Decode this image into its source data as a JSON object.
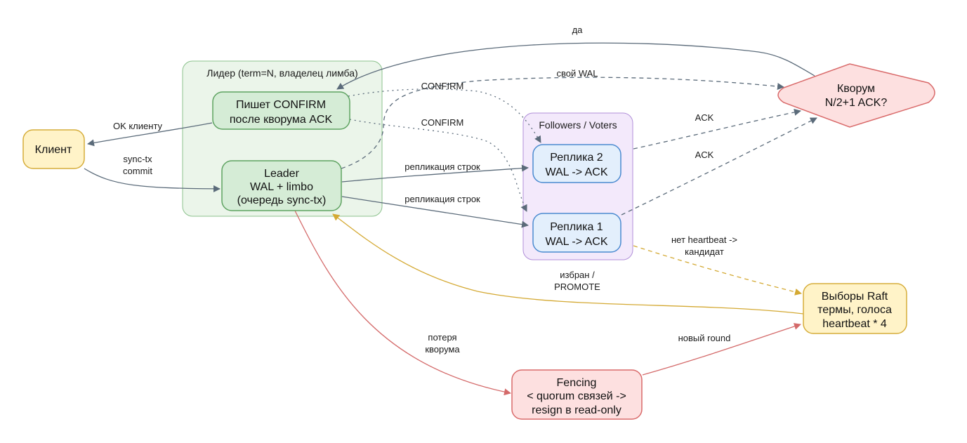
{
  "clusters": {
    "leader": {
      "title": "Лидер (term=N, владелец лимба)"
    },
    "followers": {
      "title": "Followers / Voters"
    }
  },
  "nodes": {
    "client": {
      "line1": "Клиент"
    },
    "confirm": {
      "line1": "Пишет CONFIRM",
      "line2": "после кворума ACK"
    },
    "leader": {
      "line1": "Leader",
      "line2": "WAL + limbo",
      "line3": "(очередь sync-tx)"
    },
    "replica2": {
      "line1": "Реплика 2",
      "line2": "WAL -> ACK"
    },
    "replica1": {
      "line1": "Реплика 1",
      "line2": "WAL -> ACK"
    },
    "quorum": {
      "line1": "Кворум",
      "line2": "N/2+1 ACK?"
    },
    "election": {
      "line1": "Выборы Raft",
      "line2": "термы, голоса",
      "line3": "heartbeat * 4"
    },
    "fencing": {
      "line1": "Fencing",
      "line2": "< quorum связей ->",
      "line3": "resign в read-only"
    }
  },
  "edges": {
    "yes": "да",
    "own_wal": "свой WAL",
    "confirm_top": "CONFIRM",
    "confirm_bottom": "CONFIRM",
    "ok_client": "OK клиенту",
    "sync_tx_1": "sync-tx",
    "sync_tx_2": "commit",
    "repl_top": "репликация строк",
    "repl_bottom": "репликация строк",
    "ack_top": "ACK",
    "ack_bottom": "ACK",
    "no_hb_1": "нет heartbeat ->",
    "no_hb_2": "кандидат",
    "elected_1": "избран /",
    "elected_2": "PROMOTE",
    "lost_1": "потеря",
    "lost_2": "кворума",
    "new_round": "новый round"
  },
  "colors": {
    "slate": "#5b6b7a",
    "gold": "#d4a933",
    "red": "#d46a6a",
    "green_fill": "#d5ecd6",
    "green_stroke": "#5ea361",
    "blue_fill": "#e3effc",
    "blue_stroke": "#4a8ad0",
    "yellow_fill": "#fff3c8",
    "yellow_stroke": "#d6ad3a",
    "pink_fill": "#fde0e0",
    "pink_stroke": "#d96a6a"
  }
}
